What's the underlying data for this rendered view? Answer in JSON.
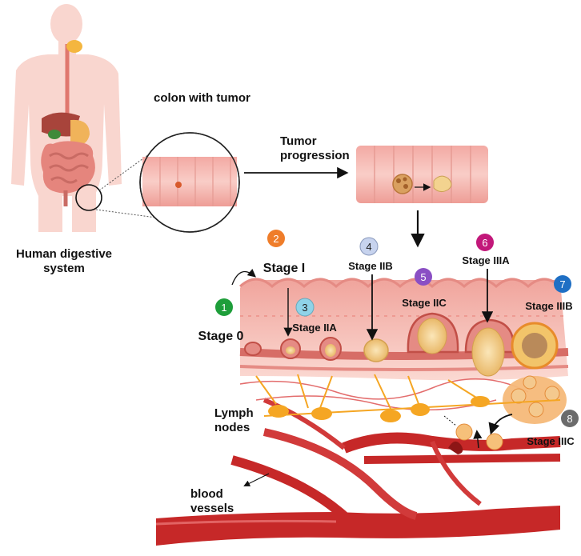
{
  "labels": {
    "colon_with_tumor": "colon with tumor",
    "tumor_progression_1": "Tumor",
    "tumor_progression_2": "progression",
    "human_digestive_1": "Human digestive",
    "human_digestive_2": "system",
    "lymph_1": "Lymph",
    "lymph_2": "nodes",
    "blood_1": "blood",
    "blood_2": "vessels"
  },
  "stages": [
    {
      "num": "1",
      "label": "Stage 0",
      "color": "#1e9e3a"
    },
    {
      "num": "2",
      "label": "Stage I",
      "color": "#ef7d2a"
    },
    {
      "num": "3",
      "label": "Stage IIA",
      "color": "#8fd3e8"
    },
    {
      "num": "4",
      "label": "Stage IIB",
      "color": "#c7d3ee"
    },
    {
      "num": "5",
      "label": "Stage IIC",
      "color": "#8a4fc4"
    },
    {
      "num": "6",
      "label": "Stage IIIA",
      "color": "#c2187a"
    },
    {
      "num": "7",
      "label": "Stage IIIB",
      "color": "#1f6fc4"
    },
    {
      "num": "8",
      "label": "Stage IIIC",
      "color": "#6b6b6b"
    }
  ],
  "colors": {
    "colon": "#f6b7b0",
    "colon_dark": "#e08f88",
    "vessel": "#c62828",
    "lymph": "#f5a623",
    "tumor": "#f3d38f"
  }
}
